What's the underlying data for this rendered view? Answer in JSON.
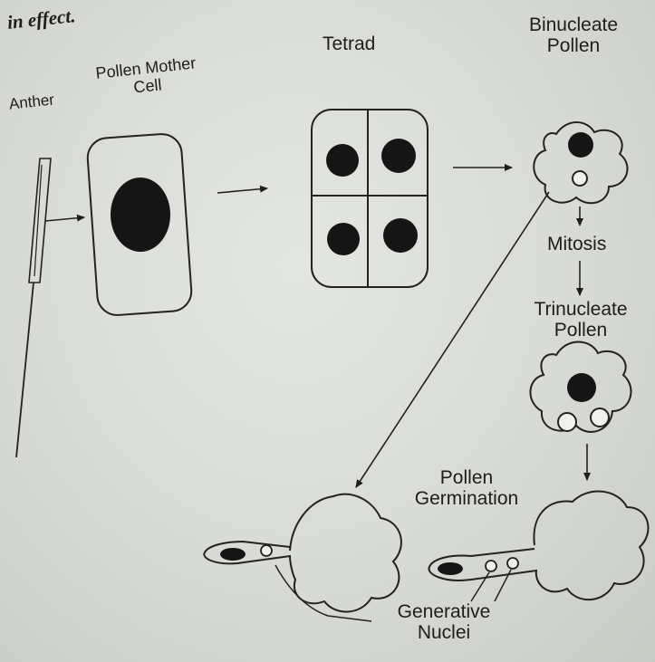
{
  "top_text": "in effect.",
  "labels": {
    "anther": "Anther",
    "pmc_line1": "Pollen Mother",
    "pmc_line2": "Cell",
    "tetrad": "Tetrad",
    "binucleate_line1": "Binucleate",
    "binucleate_line2": "Pollen",
    "mitosis": "Mitosis",
    "trinucleate_line1": "Trinucleate",
    "trinucleate_line2": "Pollen",
    "germination_line1": "Pollen",
    "germination_line2": "Germination",
    "generative_line1": "Generative",
    "generative_line2": "Nuclei"
  }
}
